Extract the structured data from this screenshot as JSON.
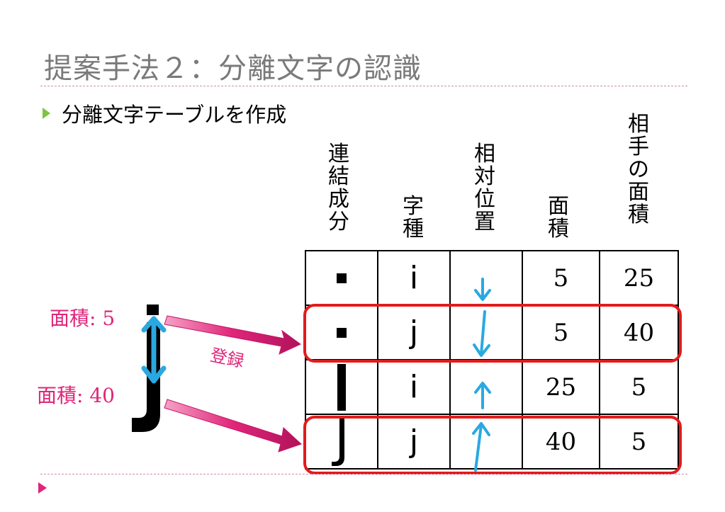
{
  "slide": {
    "title": "提案手法２：分離文字の認識",
    "bullet": "分離文字テーブルを作成"
  },
  "table": {
    "headers": [
      {
        "id": "component",
        "lines": [
          "連",
          "結",
          "成",
          "分"
        ]
      },
      {
        "id": "char-type",
        "lines": [
          "字",
          "種"
        ]
      },
      {
        "id": "relative-position",
        "lines": [
          "相",
          "対",
          "位",
          "置"
        ]
      },
      {
        "id": "area",
        "lines": [
          "面",
          "積"
        ]
      },
      {
        "id": "partner-area",
        "lines": [
          "相",
          "手",
          "の",
          "面",
          "積"
        ]
      }
    ],
    "rows": [
      {
        "component": "dot",
        "char": "i",
        "direction": "down",
        "area": "5",
        "partner_area": "25",
        "highlighted": false
      },
      {
        "component": "dot",
        "char": "j",
        "direction": "down",
        "area": "5",
        "partner_area": "40",
        "highlighted": true
      },
      {
        "component": "stem-i",
        "char": "i",
        "direction": "up",
        "area": "25",
        "partner_area": "5",
        "highlighted": false
      },
      {
        "component": "stem-j",
        "char": "j",
        "direction": "up",
        "area": "40",
        "partner_area": "5",
        "highlighted": true
      }
    ]
  },
  "diagram": {
    "big_letter": "j",
    "label_top_prefix": "面積",
    "label_top_value": ": 5",
    "label_bottom_prefix": "面積",
    "label_bottom_value": ": 40",
    "register_label": "登録"
  },
  "colors": {
    "title_gray": "#7a7a7a",
    "accent_pink": "#e0267a",
    "arrow_cyan": "#29a9e1",
    "highlight_red": "#e31b1b",
    "bullet_green": "#7cc443"
  }
}
